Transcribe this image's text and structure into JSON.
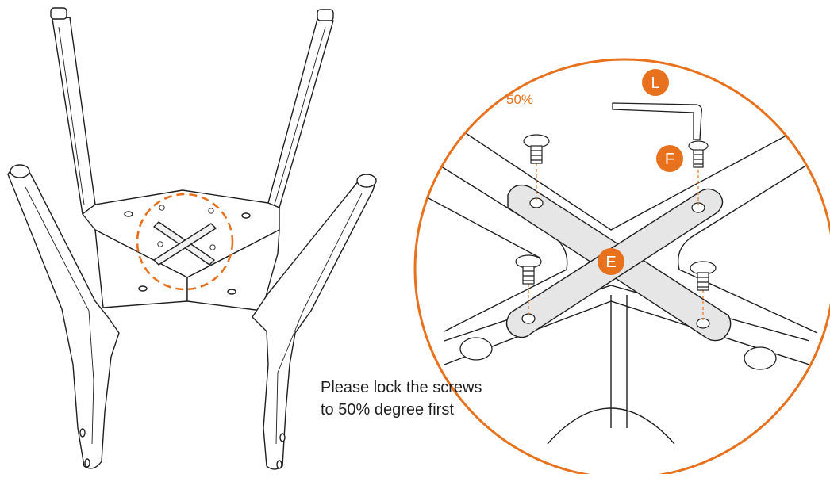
{
  "instruction": {
    "line1": "Please lock the screws",
    "line2": "to 50% degree first"
  },
  "torque_label": "50%",
  "part_labels": {
    "allen_key": "L",
    "screw": "F",
    "plate": "E"
  },
  "colors": {
    "accent": "#e8711d",
    "line": "#1f1f1f",
    "plate_fill": "#e6e6e6"
  }
}
